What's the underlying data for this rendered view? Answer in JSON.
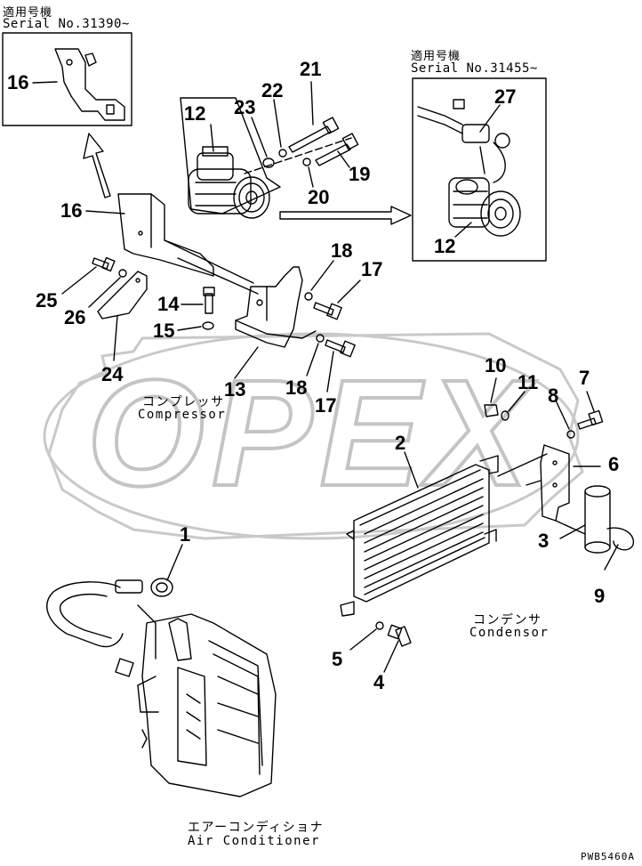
{
  "notes": {
    "left": {
      "jp": "適用号機",
      "serial": "Serial No.31390~"
    },
    "right": {
      "jp": "適用号機",
      "serial": "Serial No.31455~"
    }
  },
  "captions": {
    "compressor": {
      "jp": "コンプレッサ",
      "en": "Compressor"
    },
    "condensor": {
      "jp": "コンデンサ",
      "en": "Condensor"
    },
    "air_conditioner": {
      "jp": "エアーコンディショナ",
      "en": "Air Conditioner"
    }
  },
  "callouts": {
    "c16a": "16",
    "c21": "21",
    "c22": "22",
    "c23": "23",
    "c12a": "12",
    "c27": "27",
    "c19": "19",
    "c20": "20",
    "c16b": "16",
    "c12b": "12",
    "c18a": "18",
    "c17a": "17",
    "c25": "25",
    "c26": "26",
    "c14": "14",
    "c15": "15",
    "c24": "24",
    "c13": "13",
    "c18b": "18",
    "c17b": "17",
    "c10": "10",
    "c11": "11",
    "c8": "8",
    "c7": "7",
    "c2": "2",
    "c6": "6",
    "c3": "3",
    "c9": "9",
    "c1": "1",
    "c5": "5",
    "c4": "4"
  },
  "watermark": "OPEX",
  "drawing_code": "PWB5460A"
}
